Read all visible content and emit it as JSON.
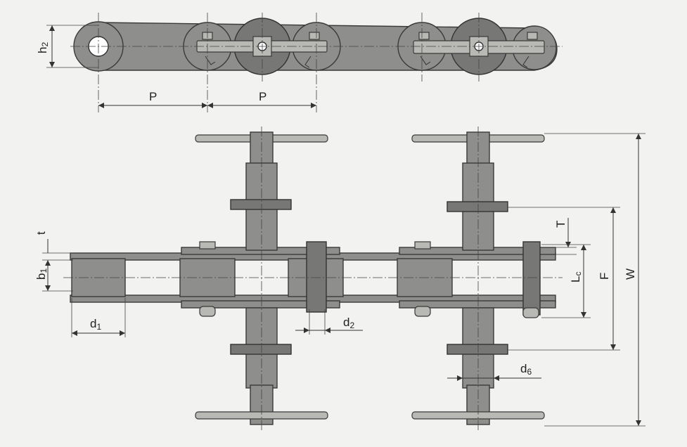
{
  "labels": {
    "h2": {
      "main": "h",
      "sub": "2"
    },
    "p_left": "P",
    "p_right": "P",
    "t_small": "t",
    "b1": {
      "main": "b",
      "sub": "1"
    },
    "d1": {
      "main": "d",
      "sub": "1"
    },
    "d2": {
      "main": "d",
      "sub": "2"
    },
    "d6": {
      "main": "d",
      "sub": "6"
    },
    "t_cap": "T",
    "lc": {
      "main": "L",
      "sub": "c"
    },
    "f": "F",
    "w": "W"
  },
  "colors": {
    "background": "#f2f2f0",
    "part": "#8e8e8c",
    "part_dark": "#777775",
    "outline": "#333333"
  }
}
